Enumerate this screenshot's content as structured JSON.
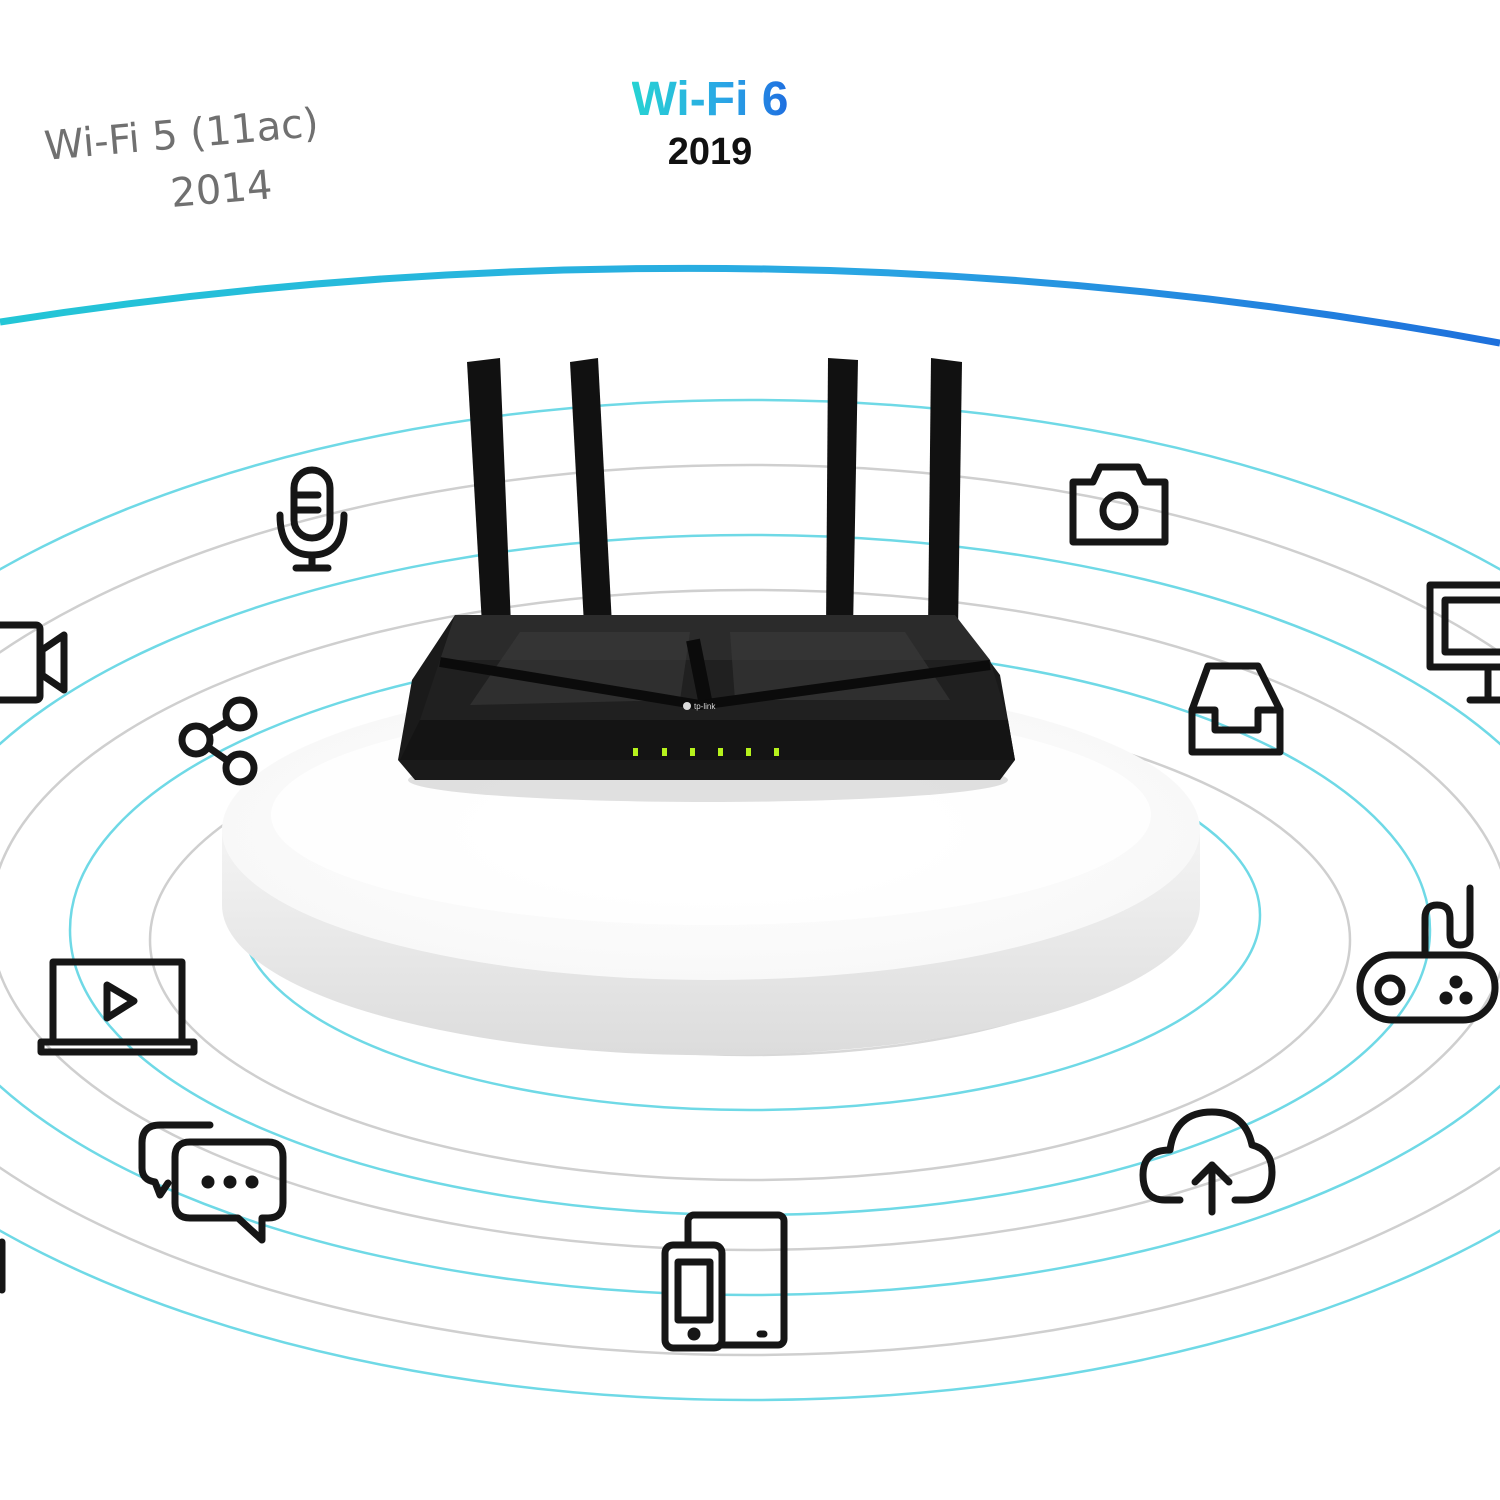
{
  "labels": {
    "wifi5_name": "Wi-Fi 5 (11ac)",
    "wifi5_year": "2014",
    "wifi6_name": "Wi-Fi 6",
    "wifi6_year": "2019"
  },
  "router": {
    "brand": "tp-link",
    "led_count": 6
  },
  "colors": {
    "wifi6_gradient_start": "#27d3d3",
    "wifi6_gradient_end": "#1f6fe0",
    "ring_cyan": "#6fd9e6",
    "ring_gray": "#c9c9c9",
    "icon_stroke": "#161616",
    "led_green": "#b6f21c"
  },
  "icons": [
    "microphone-icon",
    "video-camera-icon",
    "share-icon",
    "laptop-play-icon",
    "chat-bubbles-icon",
    "phone-tablet-icon",
    "cloud-upload-icon",
    "gamepad-icon",
    "inbox-tray-icon",
    "camera-icon",
    "monitor-icon"
  ]
}
